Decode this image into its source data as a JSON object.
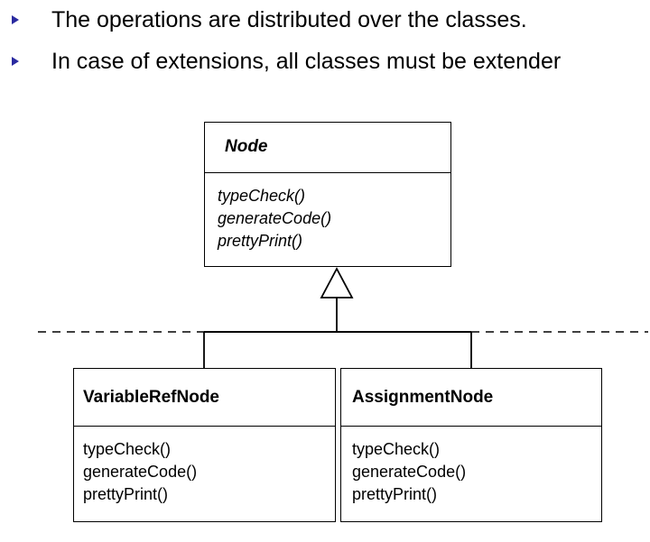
{
  "bullets": [
    "The operations are distributed over the classes.",
    "In case of extensions, all classes must be extender"
  ],
  "diagram": {
    "base_class": {
      "name": "Node",
      "operations": [
        "typeCheck()",
        "generateCode()",
        "prettyPrint()"
      ]
    },
    "subclasses": [
      {
        "name": "VariableRefNode",
        "operations": [
          "typeCheck()",
          "generateCode()",
          "prettyPrint()"
        ]
      },
      {
        "name": "AssignmentNode",
        "operations": [
          "typeCheck()",
          "generateCode()",
          "prettyPrint()"
        ]
      }
    ]
  },
  "colors": {
    "bullet": "#2a2aa0",
    "line": "#000000"
  }
}
